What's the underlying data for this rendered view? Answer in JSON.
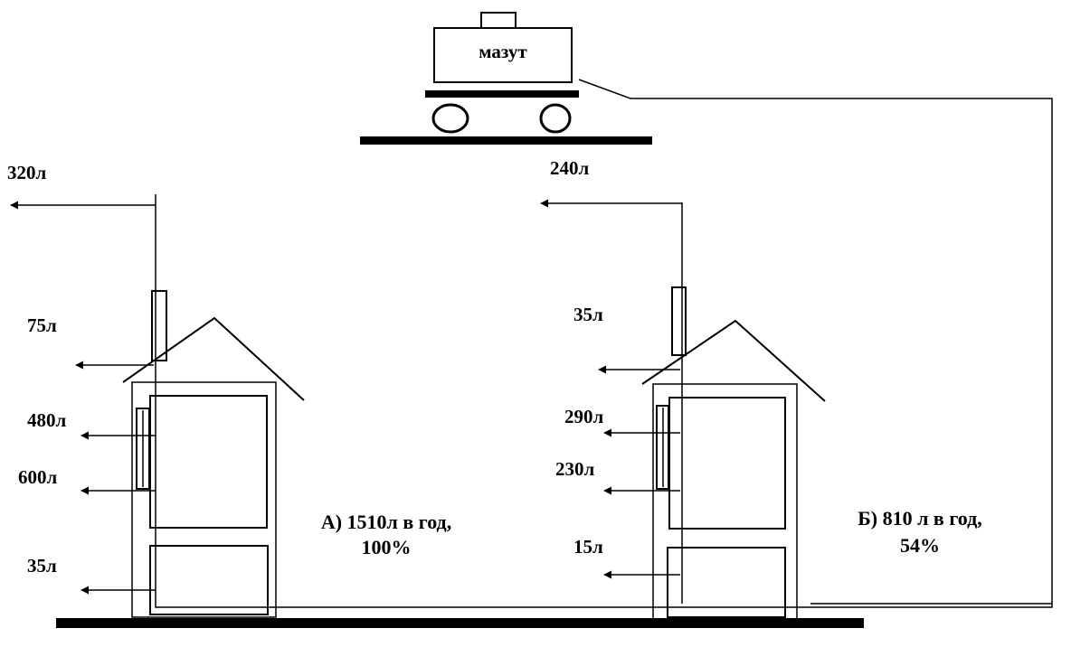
{
  "tank": {
    "label": "мазут"
  },
  "house_a": {
    "chimney_loss": "320л",
    "roof_loss": "75л",
    "window_loss": "480л",
    "wall_loss": "600л",
    "floor_loss": "35л",
    "caption_line1": "А) 1510л в год,",
    "caption_line2": "100%"
  },
  "house_b": {
    "chimney_loss": "240л",
    "roof_loss": "35л",
    "window_loss": "290л",
    "wall_loss": "230л",
    "floor_loss": "15л",
    "caption_line1": "Б) 810 л в год,",
    "caption_line2": "54%"
  }
}
